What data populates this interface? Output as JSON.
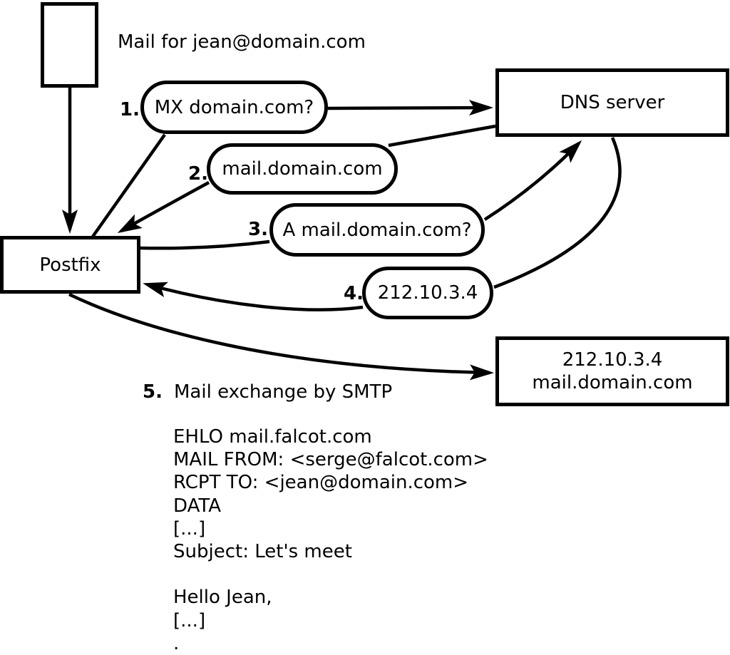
{
  "title": "Mail for jean@domain.com",
  "nodes": {
    "postfix": "Postfix",
    "dns": "DNS server",
    "mail_server_ip": "212.10.3.4",
    "mail_server_host": "mail.domain.com"
  },
  "steps": [
    {
      "num": "1.",
      "label": "MX domain.com?"
    },
    {
      "num": "2.",
      "label": "mail.domain.com"
    },
    {
      "num": "3.",
      "label": "A mail.domain.com?"
    },
    {
      "num": "4.",
      "label": "212.10.3.4"
    },
    {
      "num": "5.",
      "label": "Mail exchange by SMTP"
    }
  ],
  "smtp_session": {
    "lines": [
      "EHLO mail.falcot.com",
      "MAIL FROM: <serge@falcot.com>",
      "RCPT TO: <jean@domain.com>",
      "DATA",
      "[...]",
      "Subject: Let's meet",
      "",
      "Hello Jean,",
      "[...]",
      "."
    ]
  },
  "colors": {
    "ink": "#000000",
    "background": "#ffffff"
  }
}
